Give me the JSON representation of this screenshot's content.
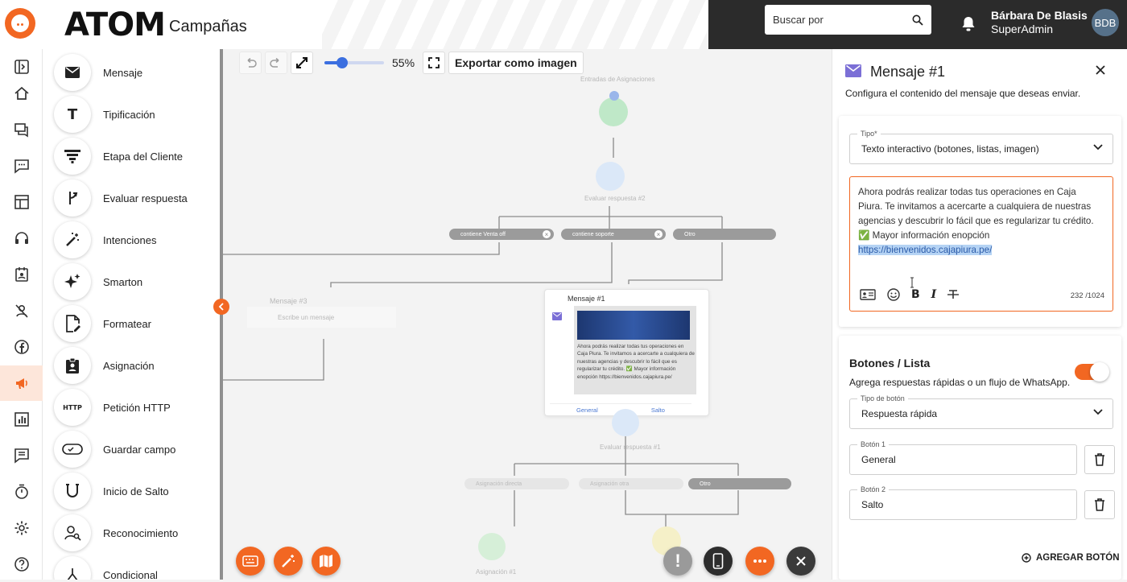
{
  "header": {
    "brand": "ATOM",
    "section": "Campañas",
    "search_placeholder": "Buscar por",
    "user_name": "Bárbara De Blasis",
    "user_role": "SuperAdmin",
    "avatar_initials": "BDB"
  },
  "palette": {
    "items": [
      {
        "label": "Mensaje",
        "icon": "envelope-icon"
      },
      {
        "label": "Tipificación",
        "icon": "t-letter-icon"
      },
      {
        "label": "Etapa del Cliente",
        "icon": "funnel-icon"
      },
      {
        "label": "Evaluar respuesta",
        "icon": "branch-icon"
      },
      {
        "label": "Intenciones",
        "icon": "magic-wand-icon"
      },
      {
        "label": "Smarton",
        "icon": "sparkles-icon"
      },
      {
        "label": "Formatear",
        "icon": "file-edit-icon"
      },
      {
        "label": "Asignación",
        "icon": "clipboard-user-icon"
      },
      {
        "label": "Petición HTTP",
        "icon": "http-icon"
      },
      {
        "label": "Guardar campo",
        "icon": "input-field-icon"
      },
      {
        "label": "Inicio de Salto",
        "icon": "magnet-icon"
      },
      {
        "label": "Reconocimiento",
        "icon": "user-search-icon"
      },
      {
        "label": "Condicional",
        "icon": "condition-icon"
      }
    ]
  },
  "canvas": {
    "zoom_value": "55%",
    "zoom_fraction": 0.3,
    "export_label": "Exportar como imagen",
    "node_top_label": "Entradas de Asignaciones",
    "node_eval2": "Evaluar respuesta #2",
    "pill_1": "contiene Venta off",
    "pill_2": "contiene soporte",
    "pill_3": "Otro",
    "node_msg3": "Mensaje #3",
    "node_msg3_body": "Escribe un mensaje",
    "card_title": "Mensaje #1",
    "card_text": "Ahora podrás realizar todas tus operaciones en Caja Piura. Te invitamos a acercarte a cualquiera de nuestras agencias y descubrir lo fácil que es regularizar tu crédito. ✅ Mayor información enopción https://bienvenidos.cajapiura.pe/",
    "card_btn_1": "General",
    "card_btn_2": "Salto",
    "node_eval1": "Evaluar respuesta #1",
    "pill_4": "Asignación directa",
    "pill_5": "Asignación otra",
    "pill_6": "Otro",
    "node_asig": "Asignación #1"
  },
  "panel": {
    "title": "Mensaje #1",
    "subtitle": "Configura el contenido del mensaje que deseas enviar.",
    "tipo_label": "Tipo*",
    "tipo_value": "Texto interactivo (botones, listas, imagen)",
    "message_text": "Ahora podrás realizar todas tus operaciones en Caja Piura. Te invitamos a acercarte a cualquiera de nuestras agencias y descubrir lo fácil que es regularizar tu crédito. ✅ Mayor información enopción",
    "message_link": "https://bienvenidos.cajapiura.pe/",
    "counter": "232 /1024",
    "buttons_title": "Botones / Lista",
    "buttons_sub": "Agrega respuestas rápidas o un flujo de WhatsApp.",
    "toggle_on": true,
    "tipo_boton_label": "Tipo de botón",
    "tipo_boton_value": "Respuesta rápida",
    "boton1_label": "Botón 1",
    "boton1_value": "General",
    "boton2_label": "Botón 2",
    "boton2_value": "Salto",
    "add_button": "AGREGAR BOTÓN"
  },
  "colors": {
    "accent": "#f26722",
    "dark_header": "#2b2b2b",
    "link_blue": "#3b6fe0",
    "message_purple": "#7b6fd6"
  }
}
